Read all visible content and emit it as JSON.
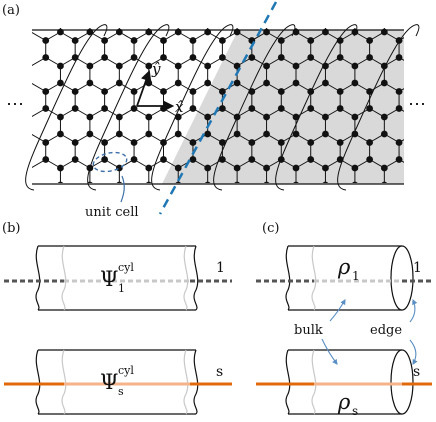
{
  "panels": {
    "a": {
      "label": "(a)",
      "x_axis_label": "x̂",
      "y_axis_label": "ŷ",
      "ellipsis_left": "⋯",
      "ellipsis_right": "⋯",
      "unit_cell_label": "unit cell"
    },
    "b": {
      "label": "(b)",
      "top_state": {
        "base": "Ψ",
        "sup": "cyl",
        "sub": "1",
        "side_label": "1"
      },
      "bottom_state": {
        "base": "Ψ",
        "sup": "cyl",
        "sub": "s",
        "side_label": "s"
      }
    },
    "c": {
      "label": "(c)",
      "top_density": {
        "base": "ρ",
        "sub": "1",
        "side_label": "1"
      },
      "bottom_density": {
        "base": "ρ",
        "sub": "s",
        "side_label": "s"
      },
      "bulk_label": "bulk",
      "edge_label": "edge"
    }
  },
  "colors": {
    "cut_line": "#1f77b4",
    "bulk_shade": "#d9d9d9",
    "dashed_line_1": "#555555",
    "dashed_line_1_light": "#c8c8c8",
    "line_s": "#e06a0b",
    "line_s_light": "#f4b38a",
    "arrow": "#5a8fc4"
  }
}
